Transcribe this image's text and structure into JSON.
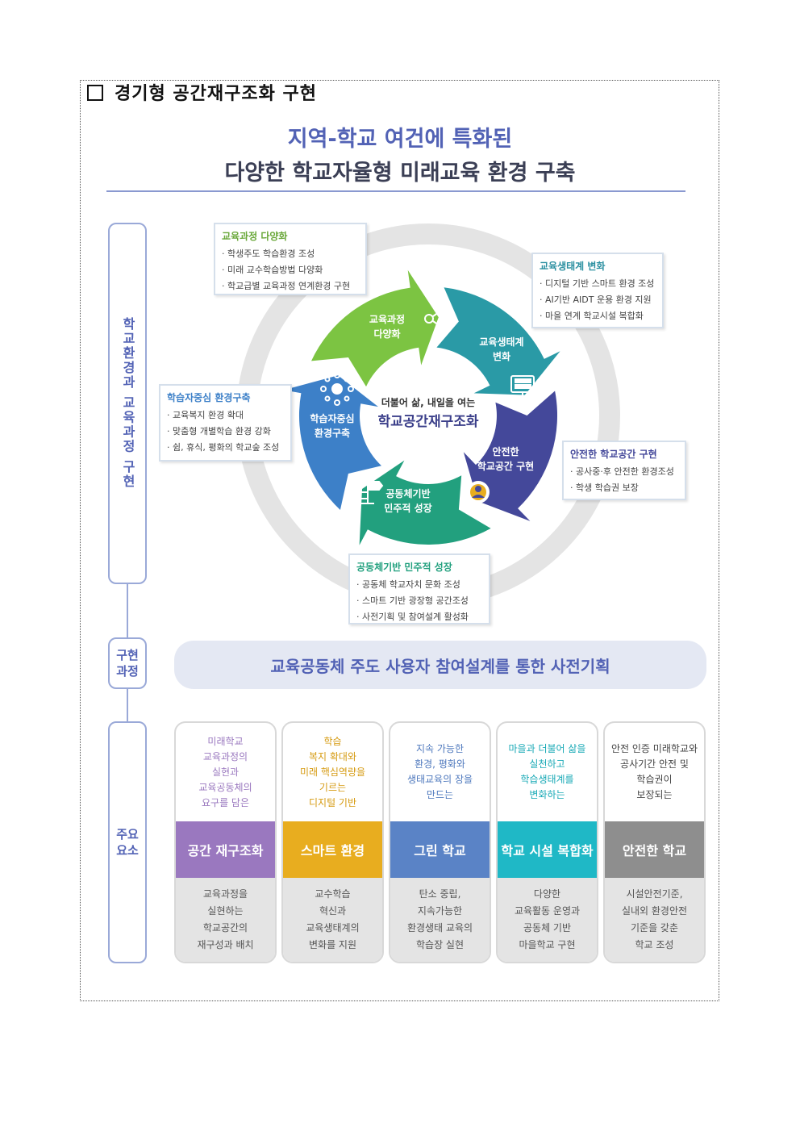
{
  "heading": "경기형 공간재구조화 구현",
  "title_line1": "지역-학교 여건에 특화된",
  "title_line2": "다양한 학교자율형 미래교육 환경 구축",
  "side_labels": {
    "top": "학교환경과 교육과정 구현",
    "middle": "구현 과정",
    "bottom": "주요 요소"
  },
  "center": {
    "small": "더불어 삶, 내일을 여는",
    "big": "학교공간재구조화"
  },
  "cycle": [
    {
      "l1": "교육과정",
      "l2": "다양화",
      "color": "#7cc442"
    },
    {
      "l1": "교육생태계",
      "l2": "변화",
      "color": "#2a9aa6"
    },
    {
      "l1": "안전한",
      "l2": "학교공간 구현",
      "color": "#44489a"
    },
    {
      "l1": "공동체기반",
      "l2": "민주적 성장",
      "color": "#22a07e"
    },
    {
      "l1": "학습자중심",
      "l2": "환경구축",
      "color": "#3d80c8"
    }
  ],
  "info_boxes": [
    {
      "title": "교육과정 다양화",
      "color": "#6aa83a",
      "items": [
        "학생주도 학습환경 조성",
        "미래 교수학습방법 다양화",
        "학교급별 교육과정 연계환경 구현"
      ]
    },
    {
      "title": "교육생태계 변화",
      "color": "#2a8fa0",
      "items": [
        "디지털 기반 스마트 환경 조성",
        "AI기반 AIDT 운용 환경 지원",
        "마을 연계 학교시설 복합화"
      ]
    },
    {
      "title": "학습자중심 환경구축",
      "color": "#3d80c8",
      "items": [
        "교육복지 환경 확대",
        "맞춤형 개별학습 환경 강화",
        "쉼, 휴식, 평화의 학교숲 조성"
      ]
    },
    {
      "title": "안전한 학교공간 구현",
      "color": "#44489a",
      "items": [
        "공사중·후 안전한 환경조성",
        "학생 학습권 보장"
      ]
    },
    {
      "title": "공동체기반 민주적 성장",
      "color": "#22a07e",
      "items": [
        "공동체 학교자치 문화 조성",
        "스마트 기반 광장형 공간조성",
        "사전기획 및 참여설계 활성화"
      ]
    }
  ],
  "banner": "교육공동체 주도 사용자 참여설계를 통한 사전기획",
  "cards": [
    {
      "top": "미래학교\n교육과정의\n실현과\n교육공동체의\n요구를 담은",
      "label": "공간 재구조화",
      "bottom": "교육과정을\n실현하는\n학교공간의\n재구성과 배치",
      "color": "#9a78bf",
      "text_color": "#9a78bf"
    },
    {
      "top": "학습\n복지 확대와\n미래 핵심역량을\n기르는\n디지털 기반",
      "label": "스마트 환경",
      "bottom": "교수학습\n혁신과\n교육생태계의\n변화를 지원",
      "color": "#e8ad1f",
      "text_color": "#d69b12"
    },
    {
      "top": "지속 가능한\n환경, 평화와\n생태교육의 장을\n만드는",
      "label": "그린 학교",
      "bottom": "탄소 중립,\n지속가능한\n환경생태 교육의\n학습장 실현",
      "color": "#5a83c6",
      "text_color": "#4e78bd"
    },
    {
      "top": "마을과 더불어 삶을\n실천하고\n학습생태계를\n변화하는",
      "label": "학교 시설 복합화",
      "bottom": "다양한\n교육활동 운영과\n공동체 기반\n마을학교 구현",
      "color": "#1fb8c6",
      "text_color": "#18a9b6"
    },
    {
      "top": "안전 인증 미래학교와\n공사기간 안전 및\n학습권이\n보장되는",
      "label": "안전한 학교",
      "bottom": "시설안전기준,\n실내외 환경안전\n기준을 갖춘\n학교 조성",
      "color": "#8e8e8e",
      "text_color": "#444444"
    }
  ]
}
